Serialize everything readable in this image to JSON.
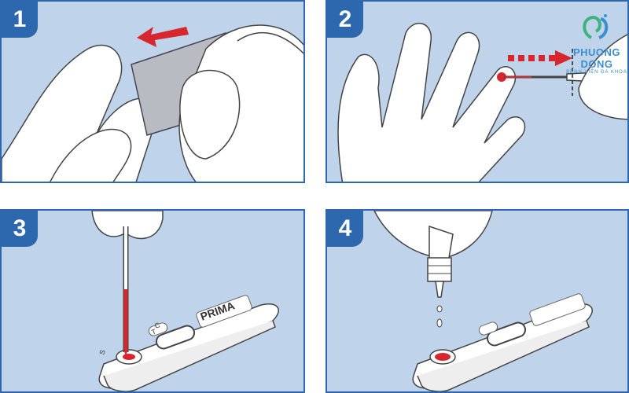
{
  "steps": [
    {
      "number": "1"
    },
    {
      "number": "2"
    },
    {
      "number": "3"
    },
    {
      "number": "4"
    }
  ],
  "cassette_brand": "PRIMA",
  "cassette_labels": {
    "control": "C",
    "test": "T",
    "sample": "S"
  },
  "logo": {
    "brand": "PHUONG DONG",
    "subtitle": "BỆNH VIỆN ĐA KHOA"
  },
  "colors": {
    "border": "#2d67ad",
    "background": "#bfd4ea",
    "accent_red": "#d7262e"
  }
}
